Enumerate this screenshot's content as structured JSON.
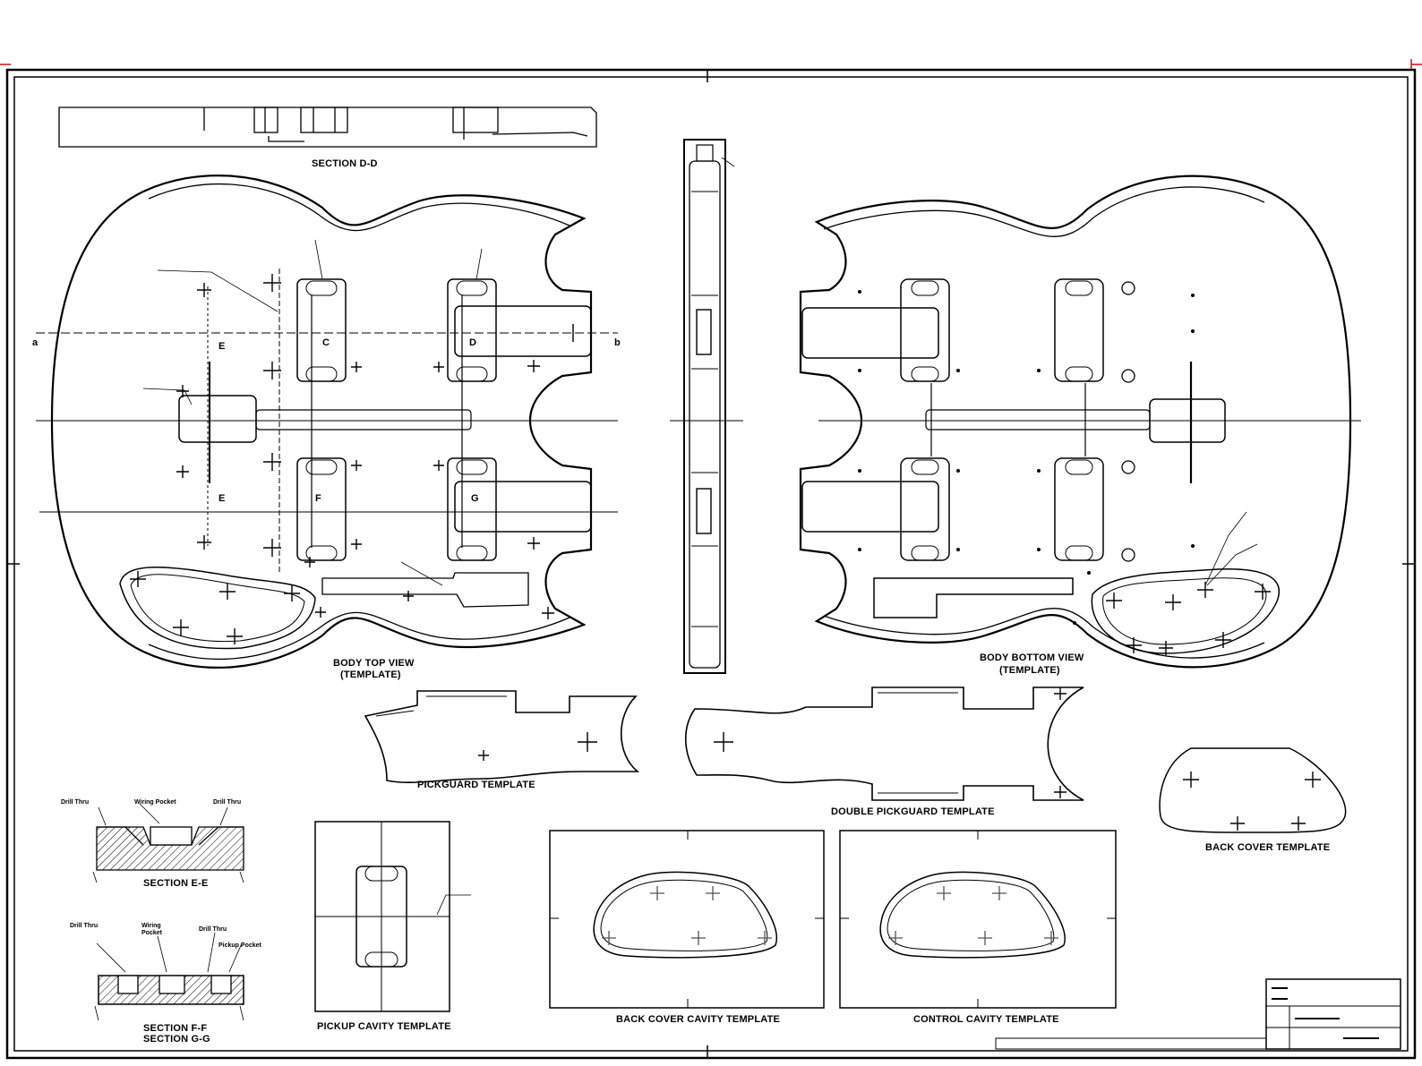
{
  "labels": {
    "section_dd": "SECTION D-D",
    "top_view": "BODY TOP VIEW",
    "top_view_sub": "(TEMPLATE)",
    "bottom_view": "BODY BOTTOM VIEW",
    "bottom_view_sub": "(TEMPLATE)",
    "pickguard": "PICKGUARD TEMPLATE",
    "double_pickguard": "DOUBLE PICKGUARD TEMPLATE",
    "back_cover": "BACK COVER TEMPLATE",
    "section_ee": "SECTION E-E",
    "section_ff": "SECTION F-F",
    "section_gg": "SECTION G-G",
    "pickup_cavity": "PICKUP CAVITY TEMPLATE",
    "back_cover_cavity": "BACK COVER CAVITY TEMPLATE",
    "control_cavity": "CONTROL CAVITY TEMPLATE"
  },
  "markers": {
    "a": "a",
    "b": "b",
    "c": "C",
    "d": "D",
    "e": "E",
    "f": "F",
    "g": "G"
  },
  "notes": {
    "drill_thru": "Drill Thru",
    "wiring_pocket": "Wiring Pocket",
    "pickup_pocket": "Pickup Pocket",
    "wiring": "Wiring",
    "pocket": "Pocket"
  },
  "colors": {
    "ink": "#000000",
    "paper": "#ffffff",
    "crop_mark": "#d01010"
  }
}
